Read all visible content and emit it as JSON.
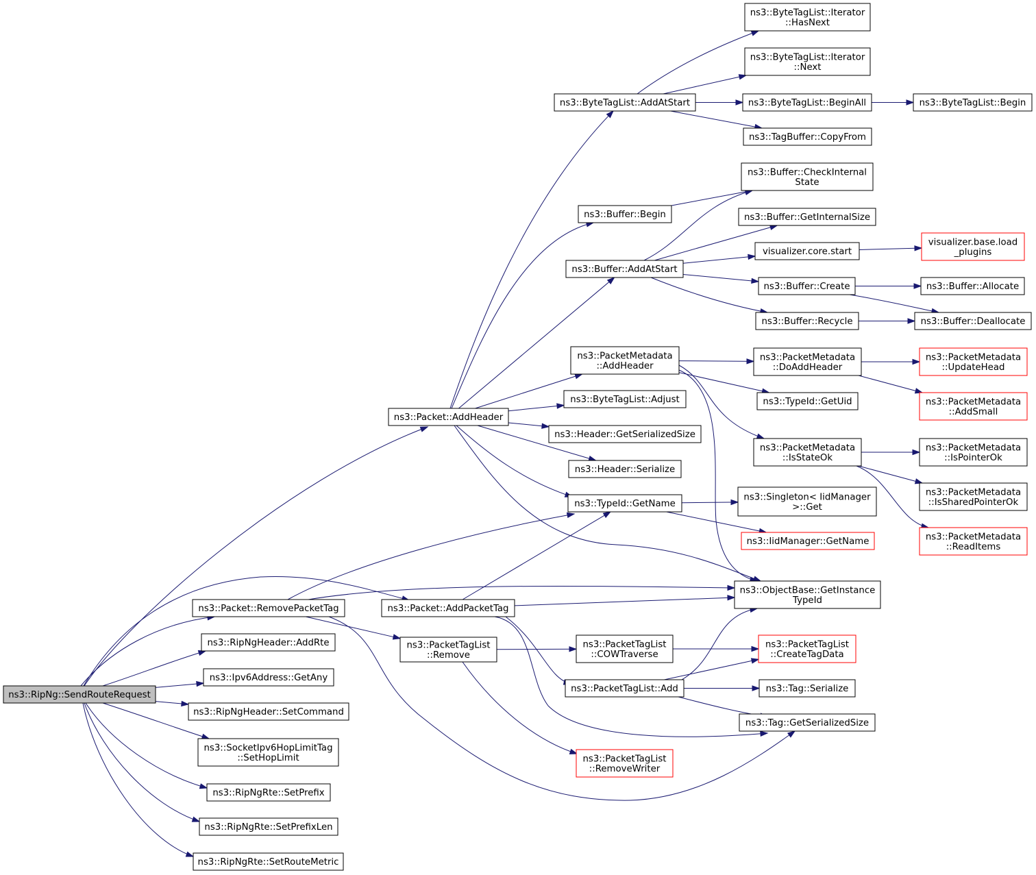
{
  "colors": {
    "edge": "#191970",
    "node_border": "#000000",
    "truncated_border": "#ff0000",
    "root_fill": "#bfbfbf",
    "node_fill": "#ffffff"
  },
  "nodes": [
    {
      "id": "root",
      "lines": [
        "ns3::RipNg::SendRouteRequest"
      ],
      "style": "root"
    },
    {
      "id": "pkt_addheader",
      "lines": [
        "ns3::Packet::AddHeader"
      ]
    },
    {
      "id": "pkt_removepackettag",
      "lines": [
        "ns3::Packet::RemovePacketTag"
      ]
    },
    {
      "id": "ripngheader_addrte",
      "lines": [
        "ns3::RipNgHeader::AddRte"
      ]
    },
    {
      "id": "ipv6_getany",
      "lines": [
        "ns3::Ipv6Address::GetAny"
      ]
    },
    {
      "id": "ripngheader_setcommand",
      "lines": [
        "ns3::RipNgHeader::SetCommand"
      ]
    },
    {
      "id": "hoplimit_set",
      "lines": [
        "ns3::SocketIpv6HopLimitTag",
        "::SetHopLimit"
      ]
    },
    {
      "id": "rte_setprefix",
      "lines": [
        "ns3::RipNgRte::SetPrefix"
      ]
    },
    {
      "id": "rte_setprefixlen",
      "lines": [
        "ns3::RipNgRte::SetPrefixLen"
      ]
    },
    {
      "id": "rte_setroutemetric",
      "lines": [
        "ns3::RipNgRte::SetRouteMetric"
      ]
    },
    {
      "id": "pkt_addpackettag",
      "lines": [
        "ns3::Packet::AddPacketTag"
      ]
    },
    {
      "id": "ptl_remove",
      "lines": [
        "ns3::PacketTagList",
        "::Remove"
      ]
    },
    {
      "id": "btl_addatstart",
      "lines": [
        "ns3::ByteTagList::AddAtStart"
      ]
    },
    {
      "id": "buf_begin",
      "lines": [
        "ns3::Buffer::Begin"
      ]
    },
    {
      "id": "buf_addatstart",
      "lines": [
        "ns3::Buffer::AddAtStart"
      ]
    },
    {
      "id": "pm_addheader",
      "lines": [
        "ns3::PacketMetadata",
        "::AddHeader"
      ]
    },
    {
      "id": "btl_adjust",
      "lines": [
        "ns3::ByteTagList::Adjust"
      ]
    },
    {
      "id": "hdr_getsersize",
      "lines": [
        "ns3::Header::GetSerializedSize"
      ]
    },
    {
      "id": "hdr_serialize",
      "lines": [
        "ns3::Header::Serialize"
      ]
    },
    {
      "id": "typeid_getname",
      "lines": [
        "ns3::TypeId::GetName"
      ]
    },
    {
      "id": "ptl_cowtraverse",
      "lines": [
        "ns3::PacketTagList",
        "::COWTraverse"
      ]
    },
    {
      "id": "ptl_add",
      "lines": [
        "ns3::PacketTagList::Add"
      ]
    },
    {
      "id": "ptl_removewriter",
      "lines": [
        "ns3::PacketTagList",
        "::RemoveWriter"
      ],
      "style": "truncated"
    },
    {
      "id": "btl_it_hasnext",
      "lines": [
        "ns3::ByteTagList::Iterator",
        "::HasNext"
      ]
    },
    {
      "id": "btl_it_next",
      "lines": [
        "ns3::ByteTagList::Iterator",
        "::Next"
      ]
    },
    {
      "id": "btl_beginall",
      "lines": [
        "ns3::ByteTagList::BeginAll"
      ]
    },
    {
      "id": "tagbuf_copyfrom",
      "lines": [
        "ns3::TagBuffer::CopyFrom"
      ]
    },
    {
      "id": "buf_checkinternalstate",
      "lines": [
        "ns3::Buffer::CheckInternal",
        "State"
      ]
    },
    {
      "id": "buf_getinternalsize",
      "lines": [
        "ns3::Buffer::GetInternalSize"
      ]
    },
    {
      "id": "vis_core_start",
      "lines": [
        "visualizer.core.start"
      ]
    },
    {
      "id": "buf_create",
      "lines": [
        "ns3::Buffer::Create"
      ]
    },
    {
      "id": "buf_recycle",
      "lines": [
        "ns3::Buffer::Recycle"
      ]
    },
    {
      "id": "pm_doaddheader",
      "lines": [
        "ns3::PacketMetadata",
        "::DoAddHeader"
      ]
    },
    {
      "id": "typeid_getuid",
      "lines": [
        "ns3::TypeId::GetUid"
      ]
    },
    {
      "id": "pm_isstateok",
      "lines": [
        "ns3::PacketMetadata",
        "::IsStateOk"
      ]
    },
    {
      "id": "singleton_get",
      "lines": [
        "ns3::Singleton< IidManager",
        ">::Get"
      ]
    },
    {
      "id": "iid_getname",
      "lines": [
        "ns3::IidManager::GetName"
      ],
      "style": "truncated"
    },
    {
      "id": "objbase_getinstancetypeid",
      "lines": [
        "ns3::ObjectBase::GetInstance",
        "TypeId"
      ]
    },
    {
      "id": "ptl_createtagdata",
      "lines": [
        "ns3::PacketTagList",
        "::CreateTagData"
      ],
      "style": "truncated"
    },
    {
      "id": "tag_serialize",
      "lines": [
        "ns3::Tag::Serialize"
      ]
    },
    {
      "id": "tag_getsersize",
      "lines": [
        "ns3::Tag::GetSerializedSize"
      ]
    },
    {
      "id": "btl_begin",
      "lines": [
        "ns3::ByteTagList::Begin"
      ]
    },
    {
      "id": "vis_base_loadplugins",
      "lines": [
        "visualizer.base.load",
        "_plugins"
      ],
      "style": "truncated"
    },
    {
      "id": "buf_allocate",
      "lines": [
        "ns3::Buffer::Allocate"
      ]
    },
    {
      "id": "buf_deallocate",
      "lines": [
        "ns3::Buffer::Deallocate"
      ]
    },
    {
      "id": "pm_updatehead",
      "lines": [
        "ns3::PacketMetadata",
        "::UpdateHead"
      ],
      "style": "truncated"
    },
    {
      "id": "pm_addsmall",
      "lines": [
        "ns3::PacketMetadata",
        "::AddSmall"
      ],
      "style": "truncated"
    },
    {
      "id": "pm_ispointerok",
      "lines": [
        "ns3::PacketMetadata",
        "::IsPointerOk"
      ]
    },
    {
      "id": "pm_issharedpointerok",
      "lines": [
        "ns3::PacketMetadata",
        "::IsSharedPointerOk"
      ]
    },
    {
      "id": "pm_readitems",
      "lines": [
        "ns3::PacketMetadata",
        "::ReadItems"
      ],
      "style": "truncated"
    }
  ],
  "edges": [
    [
      "root",
      "pkt_addheader"
    ],
    [
      "root",
      "pkt_removepackettag"
    ],
    [
      "root",
      "pkt_addpackettag"
    ],
    [
      "root",
      "ripngheader_addrte"
    ],
    [
      "root",
      "ipv6_getany"
    ],
    [
      "root",
      "ripngheader_setcommand"
    ],
    [
      "root",
      "hoplimit_set"
    ],
    [
      "root",
      "rte_setprefix"
    ],
    [
      "root",
      "rte_setprefixlen"
    ],
    [
      "root",
      "rte_setroutemetric"
    ],
    [
      "pkt_addheader",
      "btl_addatstart"
    ],
    [
      "pkt_addheader",
      "buf_begin"
    ],
    [
      "pkt_addheader",
      "buf_addatstart"
    ],
    [
      "pkt_addheader",
      "pm_addheader"
    ],
    [
      "pkt_addheader",
      "btl_adjust"
    ],
    [
      "pkt_addheader",
      "hdr_getsersize"
    ],
    [
      "pkt_addheader",
      "hdr_serialize"
    ],
    [
      "pkt_addheader",
      "typeid_getname"
    ],
    [
      "pkt_addheader",
      "objbase_getinstancetypeid"
    ],
    [
      "pkt_removepackettag",
      "typeid_getname"
    ],
    [
      "pkt_removepackettag",
      "objbase_getinstancetypeid"
    ],
    [
      "pkt_removepackettag",
      "ptl_remove"
    ],
    [
      "pkt_removepackettag",
      "tag_getsersize"
    ],
    [
      "pkt_addpackettag",
      "typeid_getname"
    ],
    [
      "pkt_addpackettag",
      "objbase_getinstancetypeid"
    ],
    [
      "pkt_addpackettag",
      "ptl_add"
    ],
    [
      "pkt_addpackettag",
      "tag_getsersize"
    ],
    [
      "ptl_remove",
      "ptl_cowtraverse"
    ],
    [
      "ptl_remove",
      "ptl_removewriter"
    ],
    [
      "btl_addatstart",
      "btl_it_hasnext"
    ],
    [
      "btl_addatstart",
      "btl_it_next"
    ],
    [
      "btl_addatstart",
      "btl_beginall"
    ],
    [
      "btl_addatstart",
      "tagbuf_copyfrom"
    ],
    [
      "btl_beginall",
      "btl_begin"
    ],
    [
      "buf_begin",
      "buf_checkinternalstate"
    ],
    [
      "buf_addatstart",
      "buf_checkinternalstate"
    ],
    [
      "buf_addatstart",
      "buf_getinternalsize"
    ],
    [
      "buf_addatstart",
      "vis_core_start"
    ],
    [
      "buf_addatstart",
      "buf_create"
    ],
    [
      "buf_addatstart",
      "buf_recycle"
    ],
    [
      "vis_core_start",
      "vis_base_loadplugins"
    ],
    [
      "buf_create",
      "buf_allocate"
    ],
    [
      "buf_create",
      "buf_deallocate"
    ],
    [
      "buf_recycle",
      "buf_deallocate"
    ],
    [
      "pm_addheader",
      "pm_doaddheader"
    ],
    [
      "pm_addheader",
      "typeid_getuid"
    ],
    [
      "pm_addheader",
      "pm_isstateok"
    ],
    [
      "pm_addheader",
      "objbase_getinstancetypeid"
    ],
    [
      "pm_doaddheader",
      "pm_updatehead"
    ],
    [
      "pm_doaddheader",
      "pm_addsmall"
    ],
    [
      "pm_isstateok",
      "pm_ispointerok"
    ],
    [
      "pm_isstateok",
      "pm_issharedpointerok"
    ],
    [
      "pm_isstateok",
      "pm_readitems"
    ],
    [
      "typeid_getname",
      "singleton_get"
    ],
    [
      "typeid_getname",
      "iid_getname"
    ],
    [
      "ptl_cowtraverse",
      "ptl_createtagdata"
    ],
    [
      "ptl_add",
      "ptl_createtagdata"
    ],
    [
      "ptl_add",
      "objbase_getinstancetypeid"
    ],
    [
      "ptl_add",
      "tag_serialize"
    ],
    [
      "ptl_add",
      "tag_getsersize"
    ]
  ]
}
